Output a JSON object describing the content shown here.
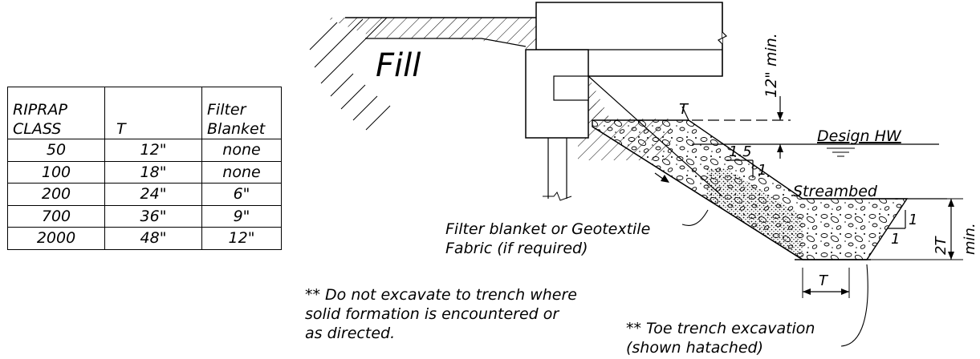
{
  "table": {
    "headers": {
      "class_line1": "RIPRAP",
      "class_line2": "CLASS",
      "t": "T",
      "filter_line1": "Filter",
      "filter_line2": "Blanket"
    },
    "rows": [
      {
        "class": "50",
        "t": "12\"",
        "filter": "none"
      },
      {
        "class": "100",
        "t": "18\"",
        "filter": "none"
      },
      {
        "class": "200",
        "t": "24\"",
        "filter": "6\""
      },
      {
        "class": "700",
        "t": "36\"",
        "filter": "9\""
      },
      {
        "class": "2000",
        "t": "48\"",
        "filter": "12\""
      }
    ]
  },
  "drawing": {
    "fill_label": "Fill",
    "min_12": "12\" min.",
    "t_label": "T",
    "design_hw": "Design HW",
    "slope_run": "1.5",
    "slope_rise": "1",
    "streambed": "Streambed",
    "toe_slope_1": "1",
    "toe_slope_2": "1",
    "min_2t_line1": "2T",
    "min_2t_line2": "min.",
    "filter_note_line1": "Filter blanket or Geotextile",
    "filter_note_line2": "Fabric (if required)",
    "toe_t": "T",
    "excavate_note_line1": "** Do not excavate to trench where",
    "excavate_note_line2": "solid formation is encountered or",
    "excavate_note_line3": "as directed.",
    "toe_note_line1": "** Toe trench excavation",
    "toe_note_line2": "(shown hatached)"
  }
}
